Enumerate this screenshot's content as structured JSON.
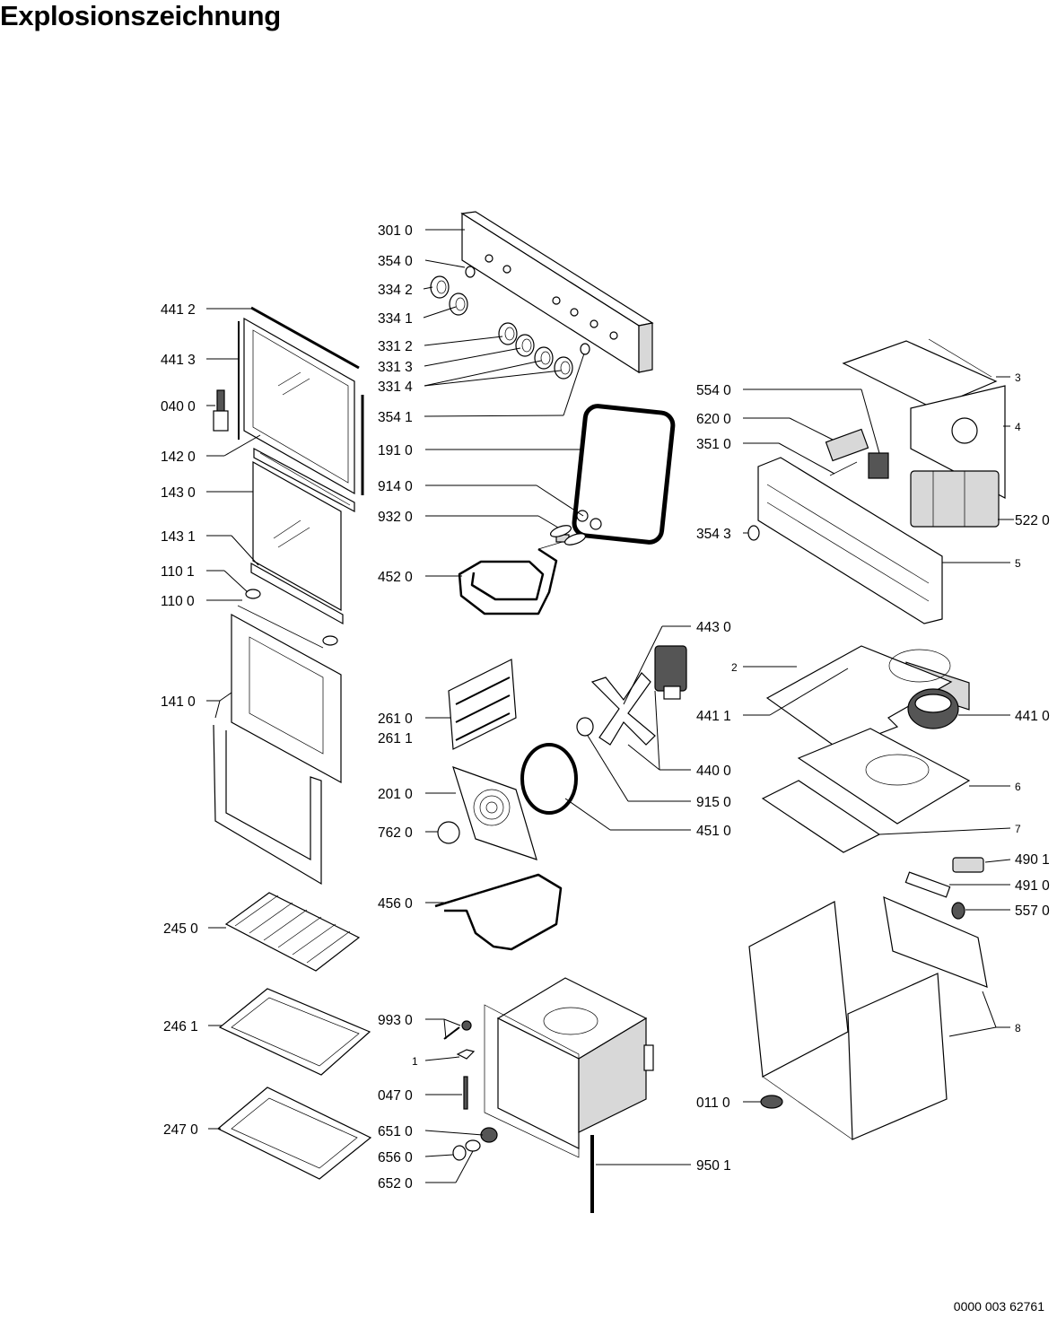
{
  "title": "Explosionszeichnung",
  "document_number": "0000 003 62761",
  "labels": {
    "p3010": "301 0",
    "p3540": "354 0",
    "p3342": "334 2",
    "p3341": "334 1",
    "p3312": "331 2",
    "p3313": "331 3",
    "p3314": "331 4",
    "p3541": "354 1",
    "p1910": "191 0",
    "p9140": "914 0",
    "p9320": "932 0",
    "p4520": "452 0",
    "p4412": "441 2",
    "p4413": "441 3",
    "p0400": "040 0",
    "p1420": "142 0",
    "p1430": "143 0",
    "p1431": "143 1",
    "p1101": "110 1",
    "p1100": "110 0",
    "p1410": "141 0",
    "p2450": "245 0",
    "p2461": "246 1",
    "p2470": "247 0",
    "p5540": "554 0",
    "p6200": "620 0",
    "p3510": "351 0",
    "p3543": "354 3",
    "p5220": "522 0",
    "n3": "3",
    "n4": "4",
    "n5": "5",
    "p4430": "443 0",
    "n2": "2",
    "p4411": "441 1",
    "p4410": "441 0",
    "p4400": "440 0",
    "p9150": "915 0",
    "p4510": "451 0",
    "n6": "6",
    "n7": "7",
    "p2610": "261 0",
    "p2611": "261 1",
    "p2010": "201 0",
    "p7620": "762 0",
    "p4560": "456 0",
    "p4901": "490 1",
    "p4910": "491 0",
    "p5570": "557 0",
    "n8": "8",
    "p9930": "993 0",
    "n1": "1",
    "p0470": "047 0",
    "p6510": "651 0",
    "p6560": "656 0",
    "p6520": "652 0",
    "p0110": "011 0",
    "p9501": "950 1"
  }
}
